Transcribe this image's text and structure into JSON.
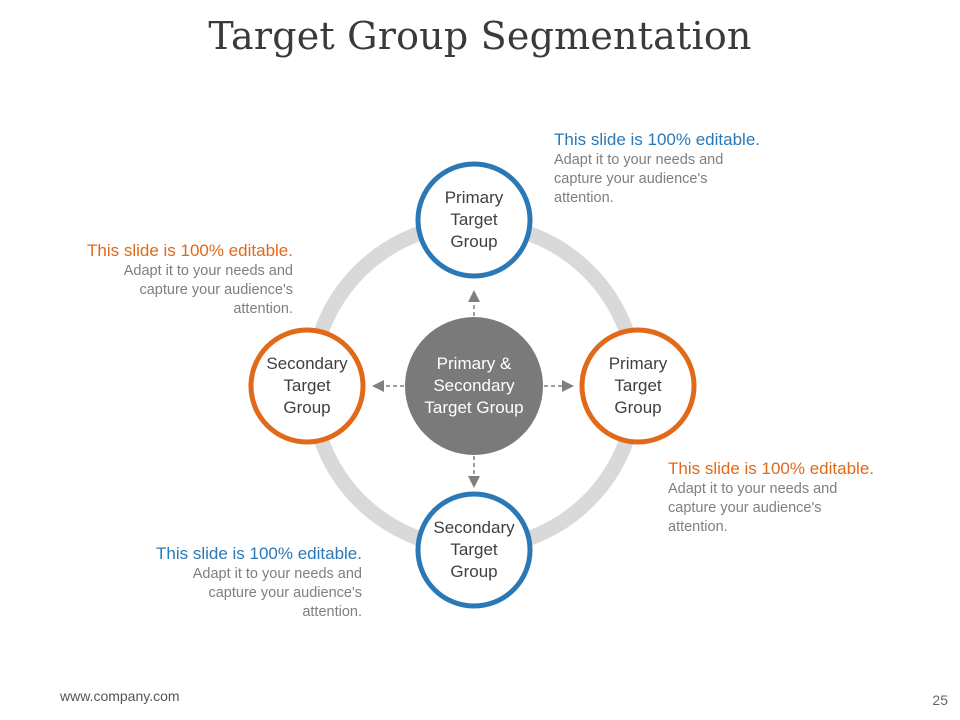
{
  "title": "Target Group Segmentation",
  "colors": {
    "blue": "#2a78b5",
    "orange": "#e0691a",
    "ring": "#d9d9d9",
    "center": "#7a7a7a",
    "arrow": "#7f7f7f"
  },
  "center_node": {
    "label_lines": [
      "Primary &",
      "Secondary",
      "Target Group"
    ]
  },
  "nodes": {
    "top": {
      "label_lines": [
        "Primary",
        "Target",
        "Group"
      ],
      "color": "blue"
    },
    "right": {
      "label_lines": [
        "Primary",
        "Target",
        "Group"
      ],
      "color": "orange"
    },
    "bottom": {
      "label_lines": [
        "Secondary",
        "Target",
        "Group"
      ],
      "color": "blue"
    },
    "left": {
      "label_lines": [
        "Secondary",
        "Target",
        "Group"
      ],
      "color": "orange"
    }
  },
  "callouts": {
    "top_right": {
      "heading": "This slide is 100% editable.",
      "body_lines": [
        "Adapt it to your needs and",
        "capture your audience's",
        "attention."
      ]
    },
    "top_left": {
      "heading": "This slide is 100% editable.",
      "body_lines": [
        "Adapt it to your needs and",
        "capture your audience's",
        "attention."
      ]
    },
    "bottom_right": {
      "heading": "This slide is 100% editable.",
      "body_lines": [
        "Adapt it to your needs and",
        "capture your audience's",
        "attention."
      ]
    },
    "bottom_left": {
      "heading": "This slide is 100% editable.",
      "body_lines": [
        "Adapt it to your needs and",
        "capture your audience's",
        "attention."
      ]
    }
  },
  "footer": {
    "url": "www.company.com",
    "page_number": "25"
  }
}
